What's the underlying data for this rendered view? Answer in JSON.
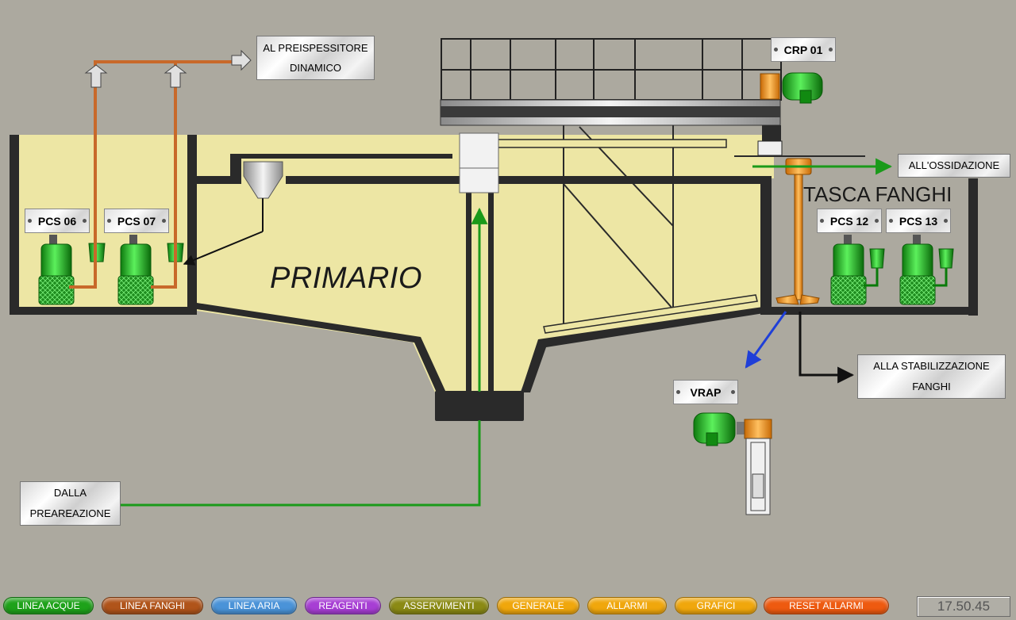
{
  "process": {
    "title": "PRIMARIO",
    "pocket_title": "TASCA FANGHI"
  },
  "destinations": {
    "preispessitore": [
      "AL PREISPESSITORE",
      "DINAMICO"
    ],
    "ossidazione": "ALL'OSSIDAZIONE",
    "stabilizzazione": [
      "ALLA STABILIZZAZIONE",
      "FANGHI"
    ],
    "prereazione": [
      "DALLA",
      "PREAREAZIONE"
    ]
  },
  "equipment": {
    "pcs06": "PCS 06",
    "pcs07": "PCS 07",
    "pcs12": "PCS 12",
    "pcs13": "PCS 13",
    "crp01": "CRP 01",
    "vrap": "VRAP"
  },
  "nav": {
    "buttons": [
      {
        "label": "LINEA ACQUE",
        "color": "#1ea21a"
      },
      {
        "label": "LINEA FANGHI",
        "color": "#b0541a"
      },
      {
        "label": "LINEA ARIA",
        "color": "#4a93d8"
      },
      {
        "label": "REAGENTI",
        "color": "#a73ed4"
      },
      {
        "label": "ASSERVIMENTI",
        "color": "#8b8a14"
      },
      {
        "label": "GENERALE",
        "color": "#f0a70c"
      },
      {
        "label": "ALLARMI",
        "color": "#f0a70c"
      },
      {
        "label": "GRAFICI",
        "color": "#f0a70c"
      },
      {
        "label": "RESET ALLARMI",
        "color": "#ee5a10"
      }
    ]
  },
  "clock": "17.50.45",
  "colors": {
    "tank_fill": "#ede6a4",
    "wall": "#2a2a2a",
    "sludge_pipe": "#c8692a",
    "water_line": "#1a9a1a",
    "motor_green": "#22c422",
    "actuator_orange": "#f08a10",
    "blue_line": "#1f3fd8"
  }
}
